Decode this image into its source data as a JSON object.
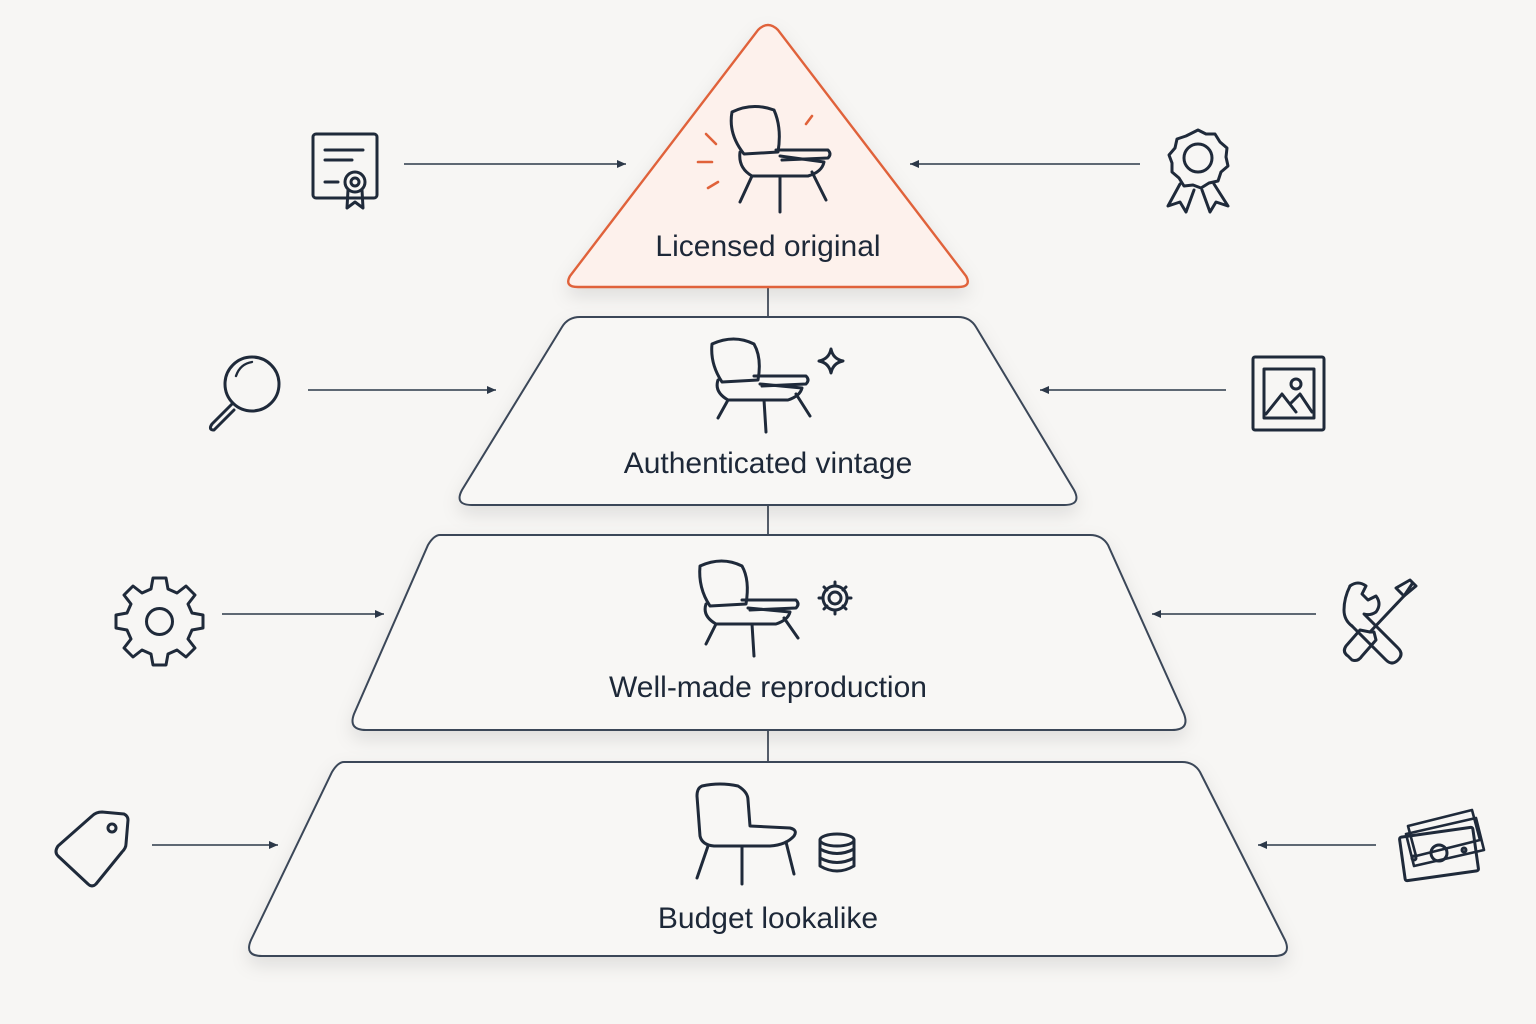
{
  "tiers": [
    {
      "label": "Licensed original",
      "highlighted": true
    },
    {
      "label": "Authenticated vintage",
      "highlighted": false
    },
    {
      "label": "Well-made reproduction",
      "highlighted": false
    },
    {
      "label": "Budget lookalike",
      "highlighted": false
    }
  ],
  "side_icons": {
    "tier1_left": "certificate-icon",
    "tier1_right": "award-rosette-icon",
    "tier2_left": "magnifier-icon",
    "tier2_right": "picture-frame-icon",
    "tier3_left": "gear-icon",
    "tier3_right": "wrench-screwdriver-icon",
    "tier4_left": "price-tag-icon",
    "tier4_right": "cash-stack-icon"
  },
  "colors": {
    "background": "#f7f6f4",
    "accent": "#e0623a",
    "accent_fill": "#fdf1ec",
    "ink": "#1f2a3a",
    "tier_fill": "#f8f7f5"
  }
}
